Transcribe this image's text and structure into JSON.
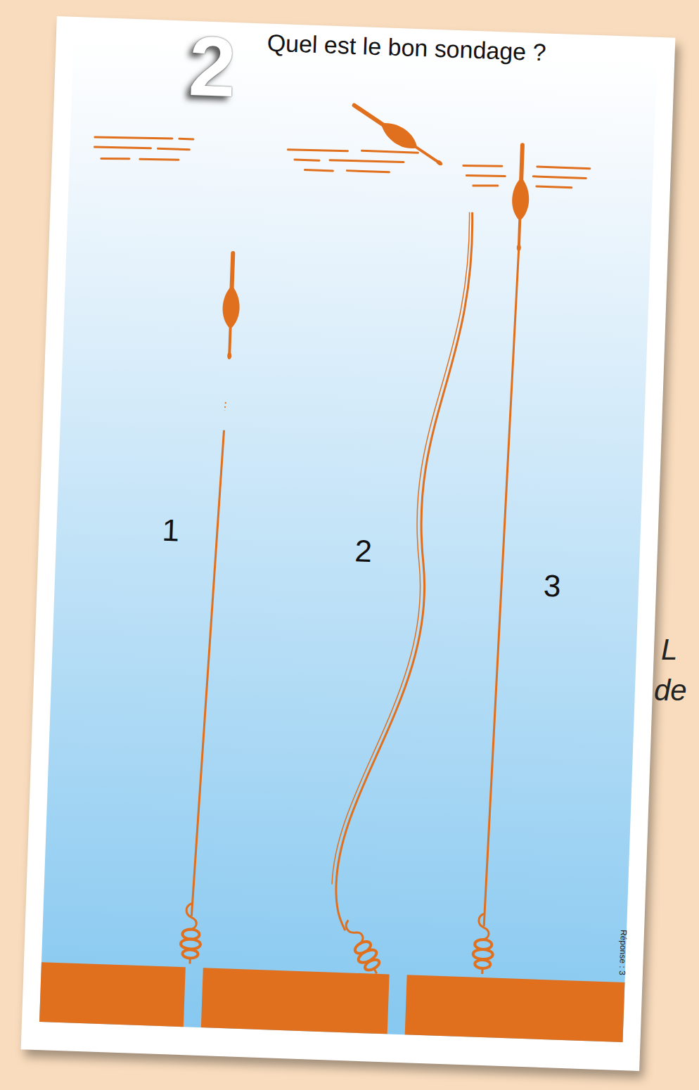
{
  "diagram": {
    "title": "Quel est le bon sondage ?",
    "labels": [
      "2",
      "1",
      "2",
      "3",
      "Réponse : 3",
      "L",
      "de"
    ]
  }
}
